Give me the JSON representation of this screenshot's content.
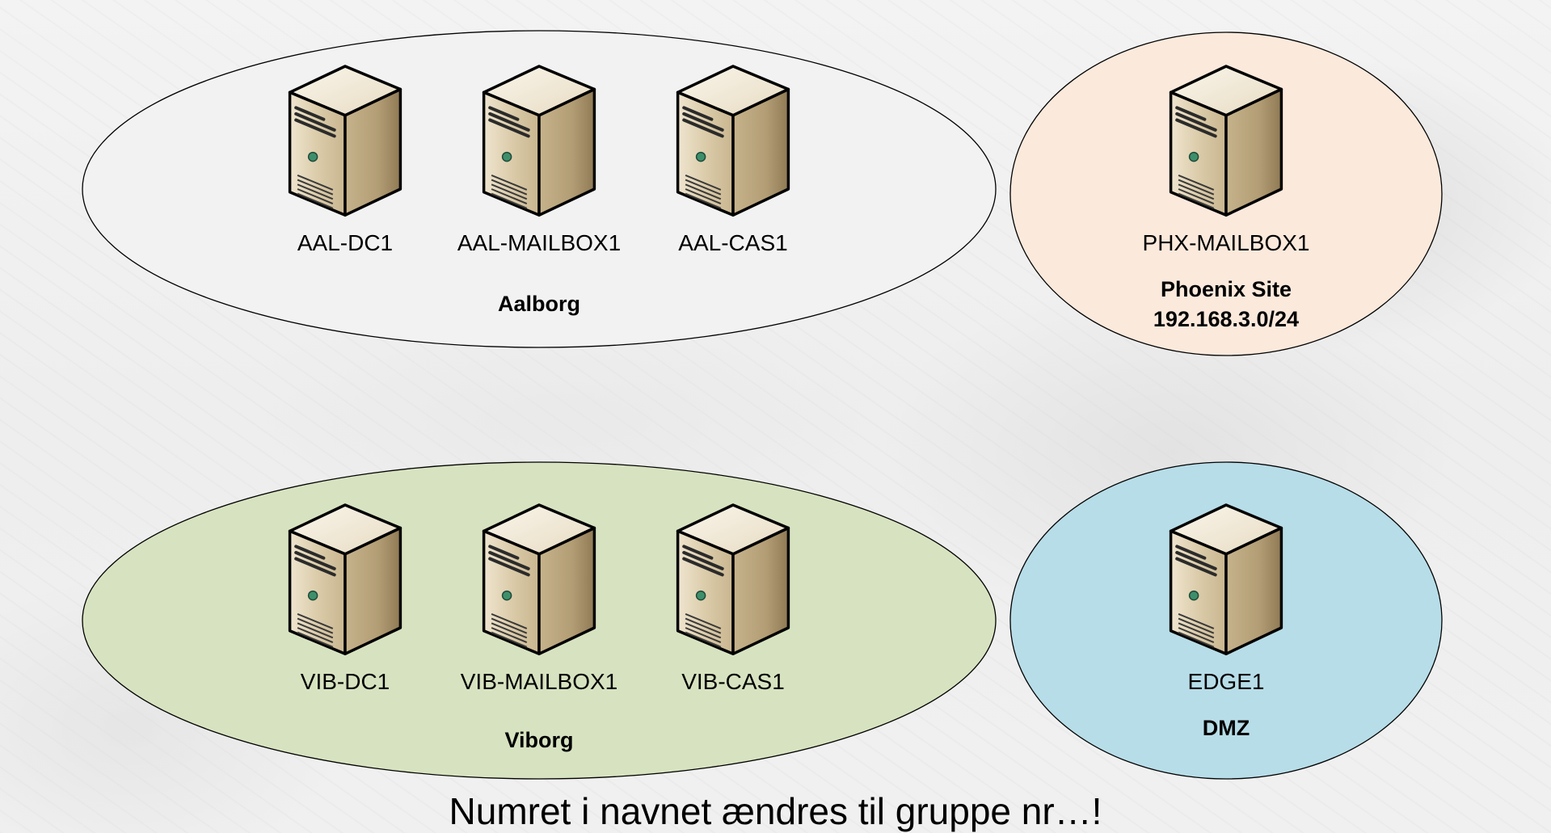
{
  "sites": [
    {
      "key": "aalborg",
      "name": "Aalborg",
      "subnet": "",
      "fill": "#f2f2f2",
      "servers": [
        "AAL-DC1",
        "AAL-MAILBOX1",
        "AAL-CAS1"
      ]
    },
    {
      "key": "phoenix",
      "name": "Phoenix Site",
      "subnet": "192.168.3.0/24",
      "fill": "#fbe9dc",
      "servers": [
        "PHX-MAILBOX1"
      ]
    },
    {
      "key": "viborg",
      "name": "Viborg",
      "subnet": "",
      "fill": "#d7e3c0",
      "servers": [
        "VIB-DC1",
        "VIB-MAILBOX1",
        "VIB-CAS1"
      ]
    },
    {
      "key": "dmz",
      "name": "DMZ",
      "subnet": "",
      "fill": "#b7dde8",
      "servers": [
        "EDGE1"
      ]
    }
  ],
  "icons": {
    "server": "server-icon"
  },
  "colors": {
    "server_body": "#d6c6a5",
    "server_side": "#b5a27c",
    "server_outline": "#000000",
    "ellipse_stroke": "#000000"
  },
  "footer": {
    "note": "Numret i navnet ændres til gruppe nr…!"
  }
}
